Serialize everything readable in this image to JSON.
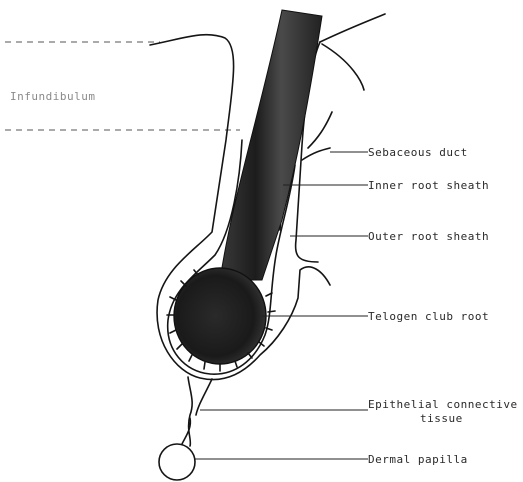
{
  "labels": {
    "infundibulum": "Infundibulum",
    "sebaceous_duct": "Sebaceous duct",
    "inner_root_sheath": "Inner root sheath",
    "outer_root_sheath": "Outer root sheath",
    "telogen_club_root": "Telogen club root",
    "epithelial_connective_line1": "Epithelial connective",
    "epithelial_connective_line2": "tissue",
    "dermal_papilla": "Dermal papilla"
  },
  "colors": {
    "ink": "#151515",
    "hair_shaft": "#2b2b2b",
    "background": "#ffffff"
  }
}
